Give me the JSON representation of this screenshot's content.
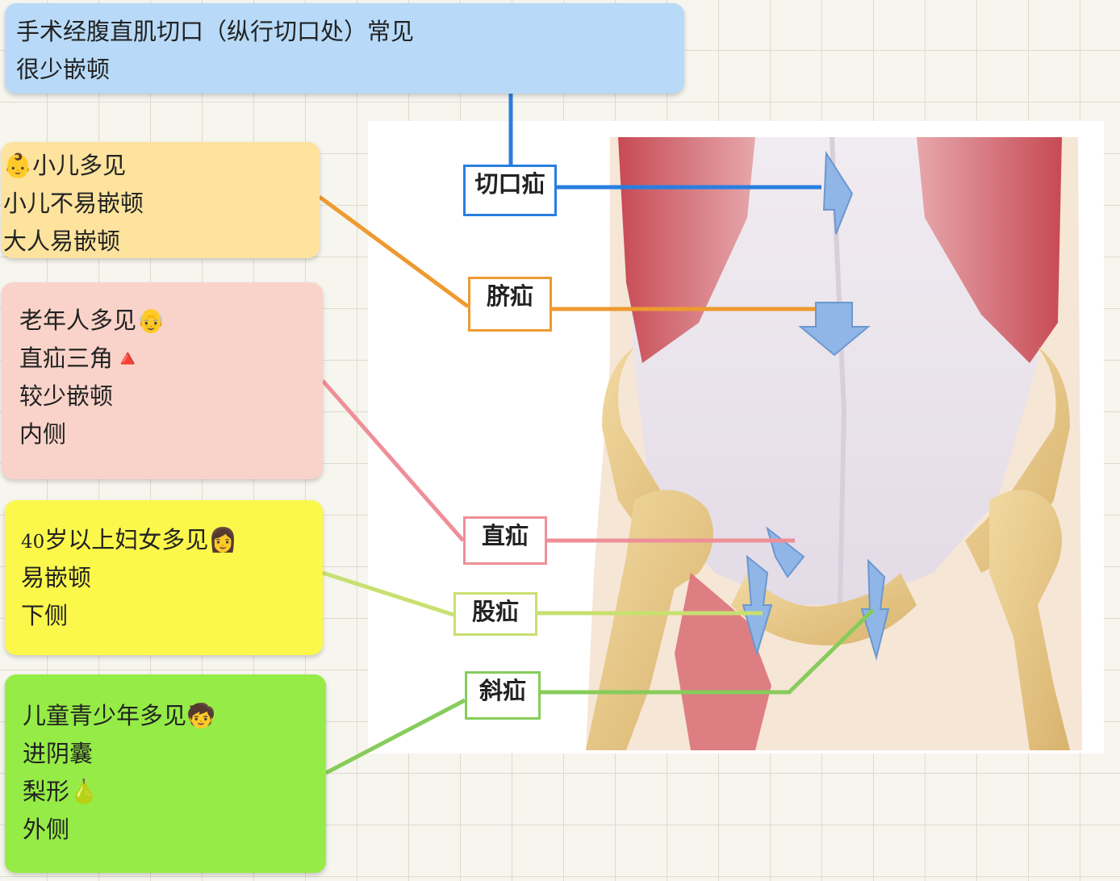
{
  "top_note": {
    "line1": "手术经腹直肌切口（纵行切口处）常见",
    "line2": "很少嵌顿"
  },
  "umbilical_note": {
    "line1": "小儿多见",
    "line2": "小儿不易嵌顿",
    "line3": "大人易嵌顿"
  },
  "direct_note": {
    "line1": "老年人多见",
    "line2": "直疝三角",
    "line3": "较少嵌顿",
    "line4": "内侧"
  },
  "femoral_note": {
    "line1_number": "40",
    "line1_text": "岁以上妇女多见",
    "line2": "易嵌顿",
    "line3": "下侧"
  },
  "indirect_note": {
    "line1": "儿童青少年多见",
    "line2": "进阴囊",
    "line3": "梨形",
    "line4": "外侧"
  },
  "labels": {
    "incisional": "切口疝",
    "umbilical": "脐疝",
    "direct": "直疝",
    "femoral": "股疝",
    "indirect": "斜疝"
  },
  "emoji": {
    "baby": "👶",
    "elderly": "👴",
    "triangle": "🔺",
    "woman": "👩",
    "child": "🧒",
    "pear": "🍐"
  },
  "colors": {
    "incisional": "#2a7ee0",
    "umbilical": "#ee9a30",
    "direct": "#ee8f98",
    "femoral": "#c8e070",
    "indirect": "#86cc5a"
  }
}
